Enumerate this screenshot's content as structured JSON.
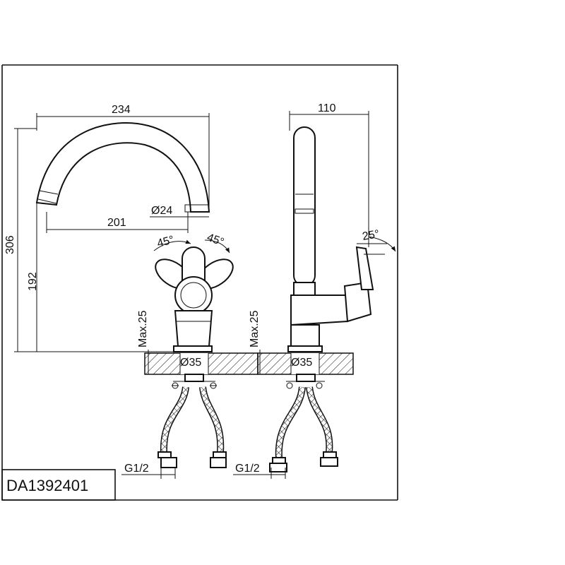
{
  "model_code": "DA1392401",
  "front_view": {
    "dims": {
      "overall_width": "234",
      "spout_reach": "201",
      "spout_diameter": "Ø24",
      "overall_height": "306",
      "spout_height": "192",
      "max_thickness": "Max.25",
      "hole_diameter": "Ø35",
      "angle_left": "45°",
      "angle_right": "45°",
      "thread": "G1/2"
    }
  },
  "side_view": {
    "dims": {
      "depth": "110",
      "lever_angle": "25°",
      "max_thickness": "Max.25",
      "hole_diameter": "Ø35",
      "thread": "G1/2"
    }
  }
}
